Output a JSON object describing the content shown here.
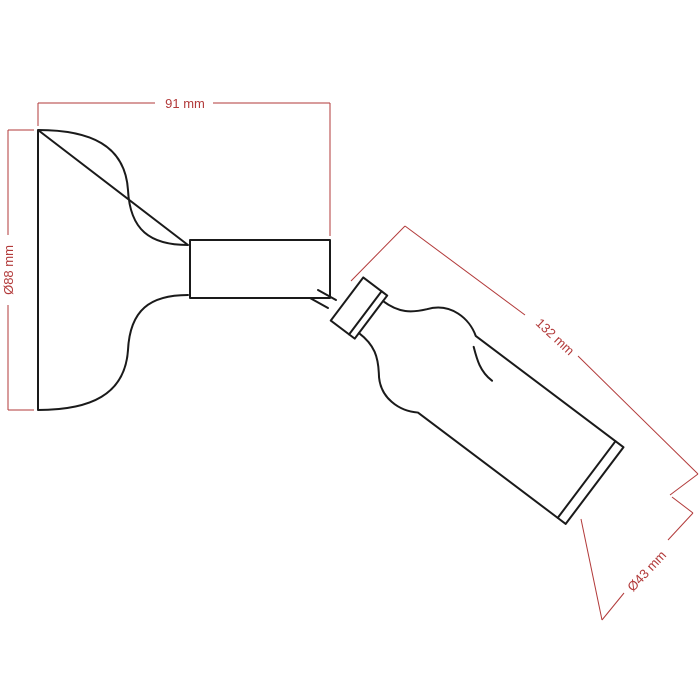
{
  "dimensions": {
    "width_label": "91 mm",
    "base_diameter_label": "Ø88 mm",
    "shade_length_label": "132 mm",
    "shade_diameter_label": "Ø43 mm"
  },
  "colors": {
    "dimension": "#b23a3a",
    "outline": "#1a1a1a",
    "background": "#ffffff"
  }
}
